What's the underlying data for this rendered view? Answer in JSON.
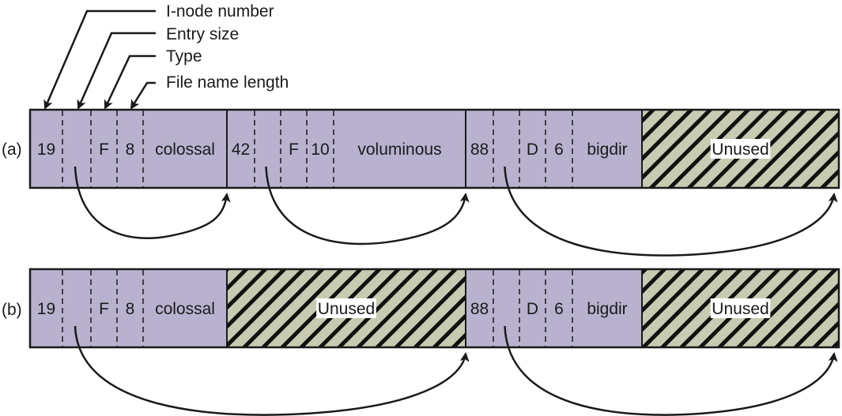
{
  "colors": {
    "entry_fill": "#b8b2cf",
    "unused_fill": "#c8cbb2",
    "stroke": "#1a1a1a",
    "unused_label_bg": "#ffffff"
  },
  "callouts": [
    {
      "label": "I-node number",
      "field_index": 0
    },
    {
      "label": "Entry size",
      "field_index": 1
    },
    {
      "label": "Type",
      "field_index": 2
    },
    {
      "label": "File name length",
      "field_index": 3
    }
  ],
  "rows": [
    {
      "label": "(a)",
      "segments": [
        {
          "kind": "entry",
          "inode": "19",
          "entry_size": "",
          "type": "F",
          "name_length": "8",
          "name": "colossal"
        },
        {
          "kind": "entry",
          "inode": "42",
          "entry_size": "",
          "type": "F",
          "name_length": "10",
          "name": "voluminous"
        },
        {
          "kind": "entry",
          "inode": "88",
          "entry_size": "",
          "type": "D",
          "name_length": "6",
          "name": "bigdir"
        },
        {
          "kind": "unused",
          "label": "Unused"
        }
      ],
      "links": [
        {
          "from_entry": 0,
          "to_segment": 1
        },
        {
          "from_entry": 1,
          "to_segment": 2
        },
        {
          "from_entry": 2,
          "to_end": true
        }
      ]
    },
    {
      "label": "(b)",
      "segments": [
        {
          "kind": "entry",
          "inode": "19",
          "entry_size": "",
          "type": "F",
          "name_length": "8",
          "name": "colossal"
        },
        {
          "kind": "unused",
          "label": "Unused"
        },
        {
          "kind": "entry",
          "inode": "88",
          "entry_size": "",
          "type": "D",
          "name_length": "6",
          "name": "bigdir"
        },
        {
          "kind": "unused",
          "label": "Unused"
        }
      ],
      "links": [
        {
          "from_entry": 0,
          "to_segment": 2
        },
        {
          "from_entry": 2,
          "to_end": true
        }
      ]
    }
  ]
}
